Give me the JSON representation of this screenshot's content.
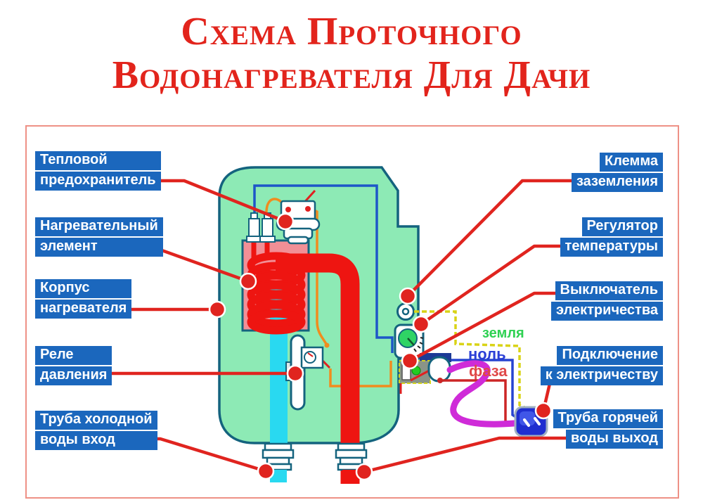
{
  "title": {
    "line1": "Схема проточного",
    "line2": "водонагревателя для дачи"
  },
  "diagram": {
    "labels_left": [
      {
        "line1": "Тепловой",
        "line2": "предохранитель"
      },
      {
        "line1": "Нагревательный",
        "line2": "элемент"
      },
      {
        "line1": "Корпус",
        "line2": "нагревателя"
      },
      {
        "line1": "Реле",
        "line2": "давления"
      },
      {
        "line1": "Труба холодной",
        "line2": "воды вход"
      }
    ],
    "labels_right": [
      {
        "line1": "Клемма",
        "line2": "заземления"
      },
      {
        "line1": "Регулятор",
        "line2": "температуры"
      },
      {
        "line1": "Выключатель",
        "line2": "электричества"
      },
      {
        "line1": "Подключение",
        "line2": "к электричеству"
      },
      {
        "line1": "Труба горячей",
        "line2": "воды выход"
      }
    ],
    "wire_labels": {
      "ground": "земля",
      "neutral": "ноль",
      "phase": "фаза"
    }
  },
  "colors": {
    "title": "#e2241c",
    "label_bg": "#1b67bd",
    "label_text": "#ffffff",
    "callout": "#e0241f",
    "body_green": "#8deab5",
    "outline": "#14637e",
    "hot": "#ee1511",
    "cold": "#29d9f0",
    "heat_chamber": "#f28f96",
    "ground_wire": "#d9d316",
    "neutral_wire": "#2743d0",
    "phase_wire": "#cc2626",
    "cable": "#cf2bd8",
    "plug": "#1f2ed0",
    "knob": "#2fd465"
  }
}
